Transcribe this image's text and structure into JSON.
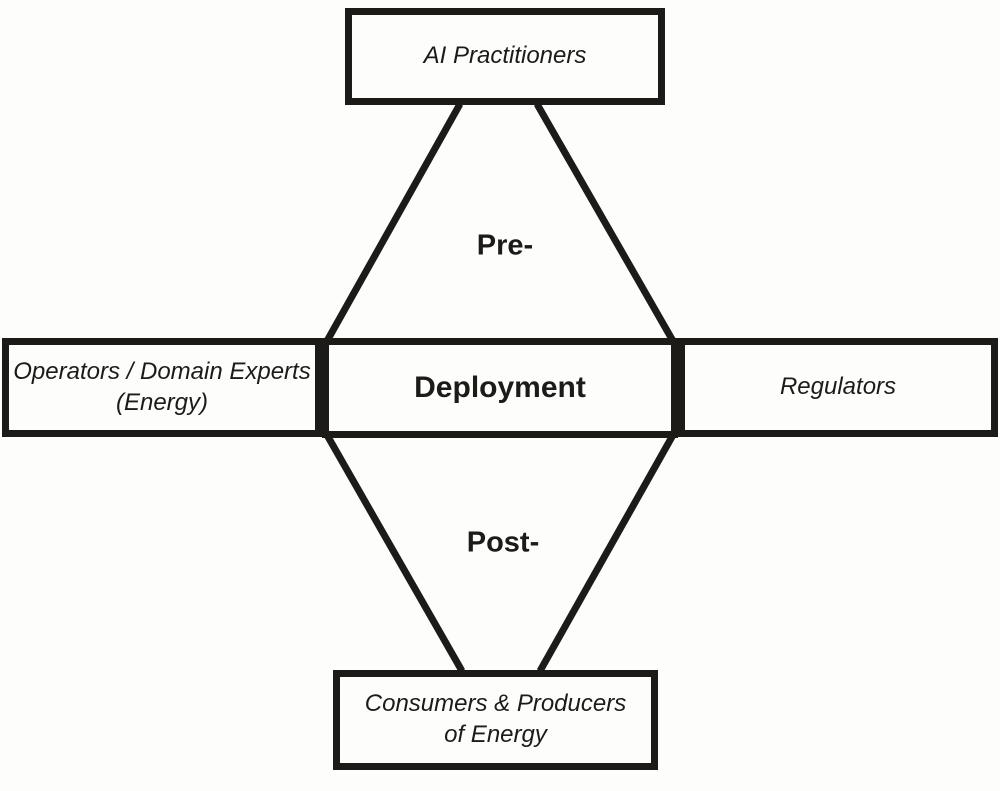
{
  "diagram": {
    "ink_color": "#1c1b17",
    "background_color": "#fdfdfb",
    "nodes": {
      "top": {
        "label": "AI Practitioners"
      },
      "left": {
        "line1": "Operators / Domain Experts",
        "line2": "(Energy)"
      },
      "center": {
        "label": "Deployment"
      },
      "right": {
        "label": "Regulators"
      },
      "bottom": {
        "line1": "Consumers & Producers",
        "line2": "of Energy"
      }
    },
    "phases": {
      "pre": "Pre-",
      "post": "Post-"
    }
  }
}
